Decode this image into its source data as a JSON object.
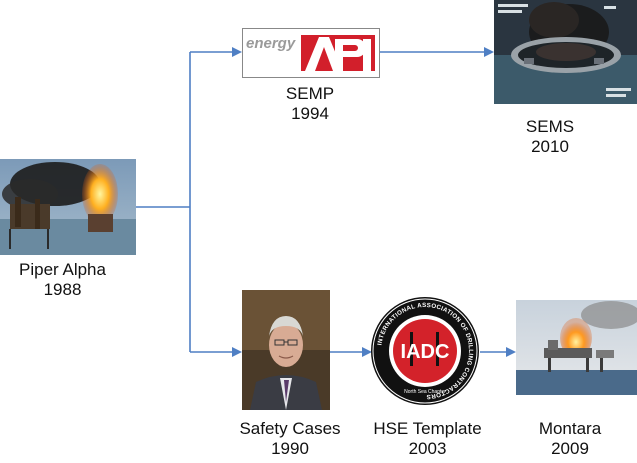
{
  "nodes": {
    "piper_alpha": {
      "label": "Piper Alpha",
      "year": "1988"
    },
    "semp": {
      "label": "SEMP",
      "year": "1994",
      "logo_text": "energy"
    },
    "sems": {
      "label": "SEMS",
      "year": "2010"
    },
    "safety_cases": {
      "label": "Safety Cases",
      "year": "1990"
    },
    "hse_template": {
      "label": "HSE Template",
      "year": "2003",
      "seal_text": "INTERNATIONAL ASSOCIATION OF DRILLING CONTRACTORS",
      "seal_center": "IADC",
      "seal_sub": "North Sea Chapter"
    },
    "montara": {
      "label": "Montara",
      "year": "2009"
    }
  },
  "colors": {
    "arrow": "#4f7fc4",
    "api_red": "#d21f2b",
    "iadc_red": "#d3222a"
  }
}
